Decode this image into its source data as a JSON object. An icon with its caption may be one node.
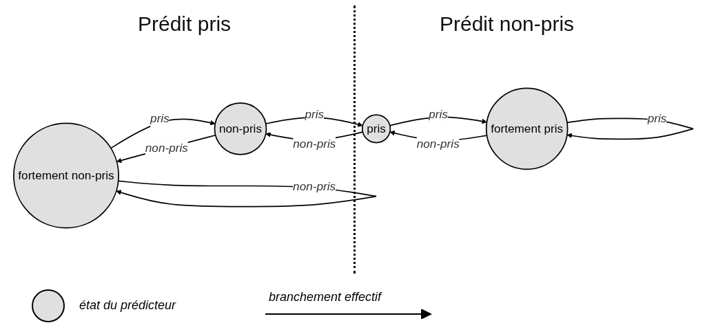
{
  "diagram": {
    "nodes": [
      {
        "text": [
          "fortement non-pris"
        ]
      },
      {
        "text": [
          "non-pris"
        ]
      },
      {
        "text": [
          "pris"
        ]
      },
      {
        "text": [
          "fortement pris"
        ]
      }
    ],
    "edges": [
      {
        "from": 0,
        "to": 0,
        "arrow": "to",
        "label": "non-pris"
      },
      {
        "from": 0,
        "to": 1,
        "arrow": "to",
        "label": "pris"
      },
      {
        "from": 1,
        "to": 2,
        "arrow": "to",
        "label": "pris"
      },
      {
        "from": 2,
        "to": 3,
        "arrow": "to",
        "label": "pris"
      },
      {
        "from": 3,
        "to": 3,
        "arrow": "to",
        "label": "pris"
      },
      {
        "from": 3,
        "to": 2,
        "arrow": "to",
        "label": "non-pris"
      },
      {
        "from": 2,
        "to": 1,
        "arrow": "to",
        "label": "non-pris"
      },
      {
        "from": 1,
        "to": 0,
        "arrow": "to",
        "label": "non-pris"
      }
    ],
    "labels": [
      "Prédit pris",
      "Prédit non-pris"
    ],
    "legend": [
      {
        "text": "état du prédicteur"
      },
      {
        "text": "branchement effectif"
      }
    ]
  }
}
